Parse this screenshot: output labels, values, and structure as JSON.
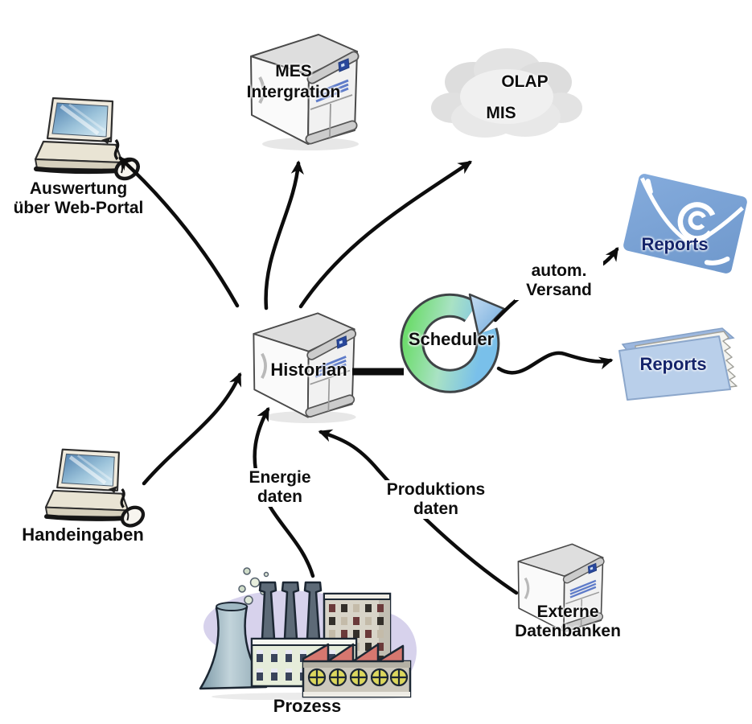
{
  "nodes": {
    "web_portal": {
      "line1": "Auswertung",
      "line2": "über Web-Portal"
    },
    "mes": {
      "line1": "MES",
      "line2": "Intergration"
    },
    "cloud": {
      "olap": "OLAP",
      "mis": "MIS"
    },
    "historian": {
      "label": "Historian"
    },
    "scheduler": {
      "label": "Scheduler"
    },
    "mail_report": {
      "label": "Reports"
    },
    "folder_report": {
      "label": "Reports"
    },
    "manual_input": {
      "label": "Handeingaben"
    },
    "process": {
      "label": "Prozess"
    },
    "external_db": {
      "line1": "Externe",
      "line2": "Datenbanken"
    }
  },
  "edge_labels": {
    "autom_versand": {
      "line1": "autom.",
      "line2": "Versand"
    },
    "energie": {
      "line1": "Energie",
      "line2": "daten"
    },
    "produktion": {
      "line1": "Produktions",
      "line2": "daten"
    }
  },
  "colors": {
    "background": "#ffffff",
    "arrow": "#0d0d0d",
    "label_text": "#0e0e0e",
    "reports_text": "#15246b",
    "mail_blue": "#7aa2d6",
    "folder_blue": "#b9cfea",
    "scheduler_green": "#6edc6e",
    "scheduler_blue": "#79c0ea",
    "server_vent_blue": "#5f7cc9",
    "factory_roof_red": "#d6776f",
    "factory_lavender": "#d7d2ec"
  }
}
